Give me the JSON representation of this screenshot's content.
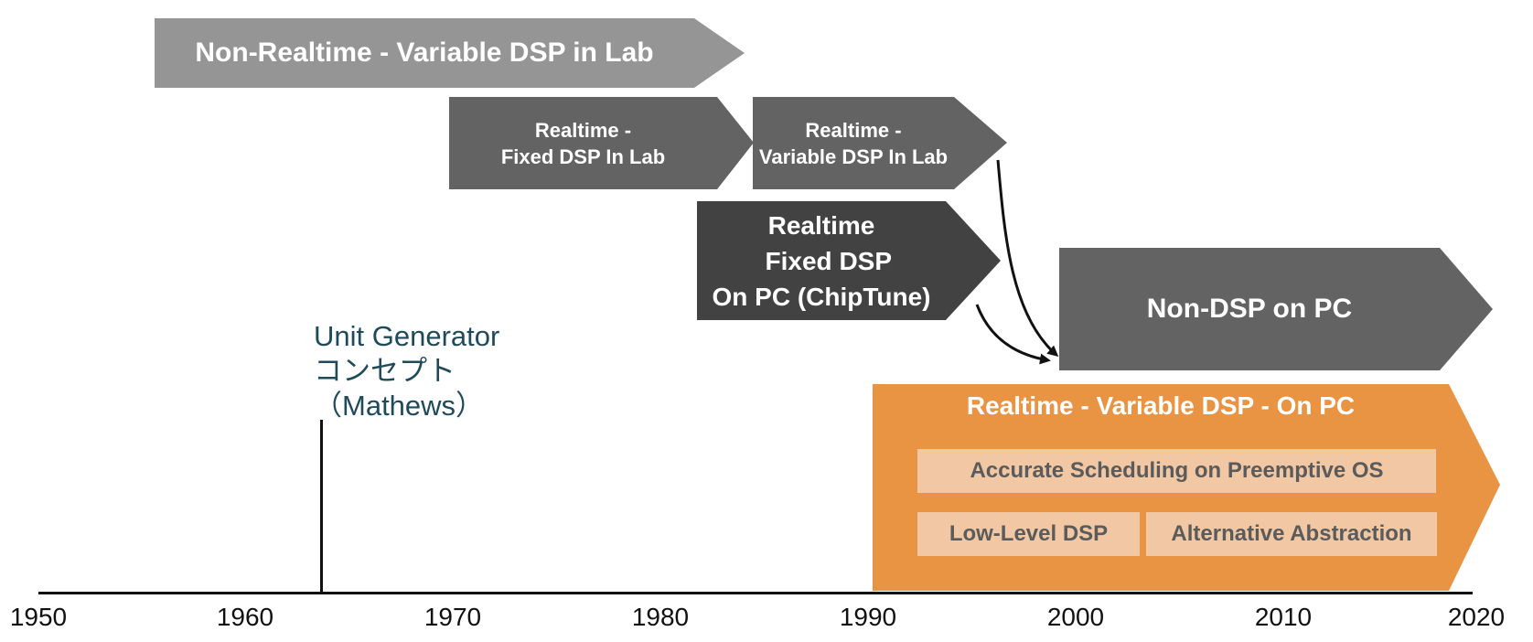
{
  "bars": {
    "non_realtime_variable_lab": "Non-Realtime - Variable DSP in Lab",
    "realtime_fixed_lab": "Realtime -\nFixed DSP In Lab",
    "realtime_variable_lab": "Realtime -\nVariable DSP In Lab",
    "realtime_fixed_pc": "Realtime\n  Fixed DSP\nOn PC (ChipTune)",
    "non_dsp_pc": "Non-DSP on PC",
    "realtime_variable_pc": {
      "label": "Realtime - Variable DSP - On PC",
      "items": {
        "scheduling": "Accurate Scheduling on Preemptive OS",
        "low_level": "Low-Level DSP",
        "alternative": "Alternative Abstraction"
      }
    }
  },
  "event": {
    "label": "Unit Generator\nコンセプト\n（Mathews）"
  },
  "axis": {
    "ticks": [
      "1950",
      "1960",
      "1970",
      "1980",
      "1990",
      "2000",
      "2010",
      "2020"
    ]
  },
  "colors": {
    "light_gray": "#959595",
    "mid_gray": "#636363",
    "dark_gray": "#424242",
    "orange": "#e99443",
    "orange_light": "#f1c8a3",
    "event_text": "#1f4a5a"
  }
}
